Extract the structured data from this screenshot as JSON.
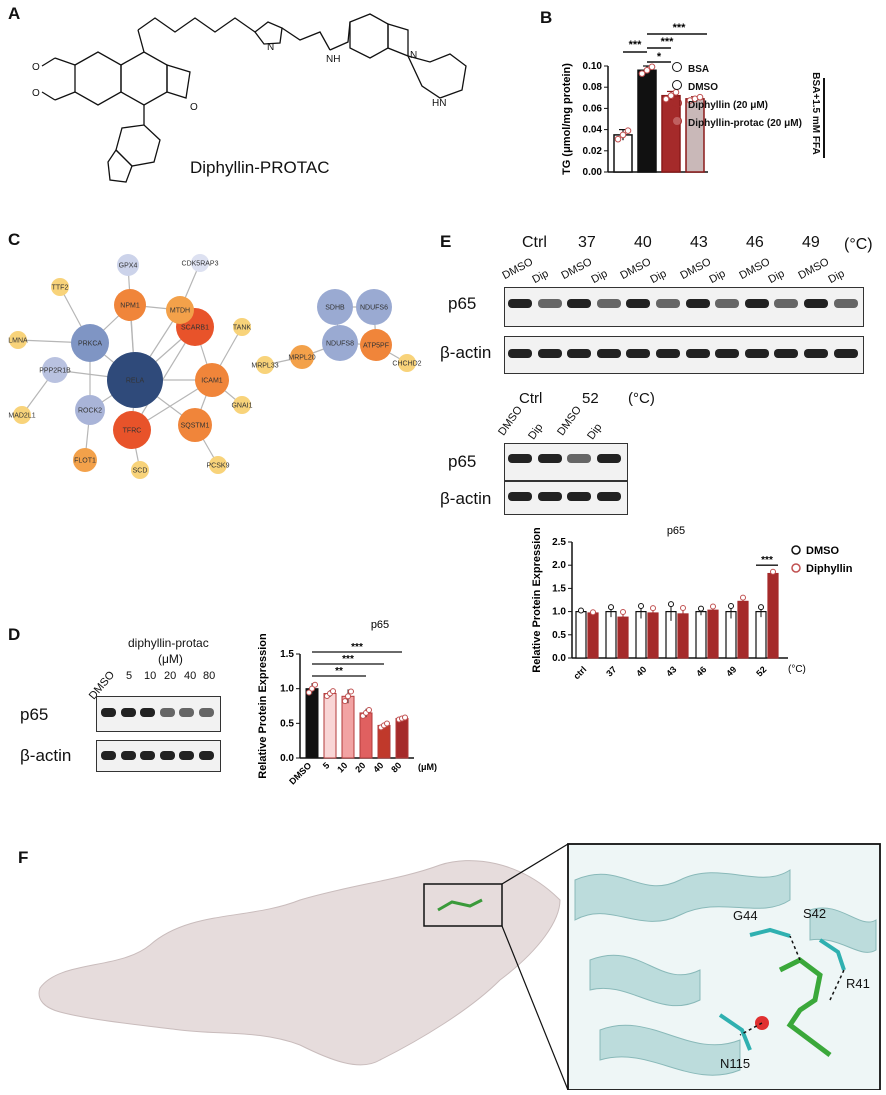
{
  "panels": {
    "A": "A",
    "B": "B",
    "C": "C",
    "D": "D",
    "E": "E",
    "F": "F"
  },
  "panelA": {
    "compound_name": "Diphyllin-PROTAC"
  },
  "panelB": {
    "legend": [
      {
        "label": "BSA",
        "color": "#ffffff"
      },
      {
        "label": "DMSO",
        "color": "#111111"
      },
      {
        "label": "Diphyllin (20 μM)",
        "color": "#a52a2a"
      },
      {
        "label": "Diphyllin-protac (20 μM)",
        "color": "#a52a2a"
      }
    ],
    "side_label": "BSA+1.5 mM FFA",
    "sig": [
      "***",
      "*",
      "***",
      "***"
    ]
  },
  "panelC": {
    "nodes": [
      {
        "id": "RELA",
        "color": "#2f4a7a",
        "r": 28
      },
      {
        "id": "PRKCA",
        "color": "#7f95c4",
        "r": 19
      },
      {
        "id": "SCARB1",
        "color": "#e8532a",
        "r": 19
      },
      {
        "id": "TFRC",
        "color": "#e8532a",
        "r": 19
      },
      {
        "id": "ICAM1",
        "color": "#f0853a",
        "r": 17
      },
      {
        "id": "SQSTM1",
        "color": "#f0853a",
        "r": 17
      },
      {
        "id": "NPM1",
        "color": "#f0853a",
        "r": 16
      },
      {
        "id": "MTDH",
        "color": "#f3a14a",
        "r": 14
      },
      {
        "id": "ROCK2",
        "color": "#a9b4d8",
        "r": 15
      },
      {
        "id": "PPP2R1B",
        "color": "#b9c2e0",
        "r": 13
      },
      {
        "id": "FLOT1",
        "color": "#f3a14a",
        "r": 12
      },
      {
        "id": "GPX4",
        "color": "#ccd3ea",
        "r": 11
      },
      {
        "id": "CDK5RAP3",
        "color": "#dde1f1",
        "r": 9
      },
      {
        "id": "TTF2",
        "color": "#f8d37a",
        "r": 9
      },
      {
        "id": "LMNA",
        "color": "#f8d37a",
        "r": 9
      },
      {
        "id": "MAD2L1",
        "color": "#f8d37a",
        "r": 9
      },
      {
        "id": "TANK",
        "color": "#f8d37a",
        "r": 9
      },
      {
        "id": "GNAI1",
        "color": "#f8d37a",
        "r": 9
      },
      {
        "id": "PCSK9",
        "color": "#f8d37a",
        "r": 9
      },
      {
        "id": "SCD",
        "color": "#f8d37a",
        "r": 9
      },
      {
        "id": "SDHB",
        "color": "#9aaad2",
        "r": 18
      },
      {
        "id": "NDUFS6",
        "color": "#9aaad2",
        "r": 18
      },
      {
        "id": "NDUFS8",
        "color": "#9aaad2",
        "r": 18
      },
      {
        "id": "ATP5PF",
        "color": "#f0853a",
        "r": 16
      },
      {
        "id": "MRPL20",
        "color": "#f3a14a",
        "r": 12
      },
      {
        "id": "MRPL33",
        "color": "#f8d37a",
        "r": 9
      },
      {
        "id": "CHCHD2",
        "color": "#f8d37a",
        "r": 9
      }
    ]
  },
  "panelD": {
    "header": "diphyllin-protac",
    "unit": "(μM)",
    "lanes": [
      "DMSO",
      "5",
      "10",
      "20",
      "40",
      "80"
    ],
    "rows": [
      "p65",
      "β-actin"
    ]
  },
  "panelE": {
    "temps": [
      "Ctrl",
      "37",
      "40",
      "43",
      "46",
      "49"
    ],
    "temps_unit": "(°C)",
    "lane_labels": [
      "DMSO",
      "Dip"
    ],
    "rows": [
      "p65",
      "β-actin"
    ],
    "temps2": [
      "Ctrl",
      "52"
    ],
    "legend": [
      {
        "label": "DMSO",
        "color": "#111111"
      },
      {
        "label": "Diphyllin",
        "color": "#a52a2a"
      }
    ],
    "sig": "***"
  },
  "panelF": {
    "residues": [
      "G44",
      "S42",
      "R41",
      "N115"
    ]
  },
  "chart_data": [
    {
      "type": "bar",
      "panel": "B",
      "title": "",
      "ylabel": "TG (μmol/mg protein)",
      "categories": [
        "BSA",
        "DMSO",
        "Diphyllin (20 μM)",
        "Diphyllin-protac (20 μM)"
      ],
      "values": [
        0.035,
        0.096,
        0.072,
        0.069
      ],
      "errors": [
        0.005,
        0.004,
        0.004,
        0.002
      ],
      "ylim": [
        0,
        0.1
      ],
      "yticks": [
        "0.00",
        "0.02",
        "0.04",
        "0.06",
        "0.08",
        "0.10"
      ],
      "colors": [
        "#ffffff",
        "#111111",
        "#a52a2a",
        "#c9b8b8"
      ]
    },
    {
      "type": "bar",
      "panel": "D",
      "title": "p65",
      "ylabel": "Relative Protein Expression",
      "categories": [
        "DMSO",
        "5",
        "10",
        "20",
        "40",
        "80"
      ],
      "values": [
        1.0,
        0.93,
        0.89,
        0.65,
        0.47,
        0.57
      ],
      "errors": [
        0.08,
        0.05,
        0.1,
        0.06,
        0.04,
        0.02
      ],
      "ylim": [
        0,
        1.5
      ],
      "yticks": [
        "0.0",
        "0.5",
        "1.0",
        "1.5"
      ],
      "xunit": "(μM)",
      "sig": [
        "**",
        "***",
        "***"
      ],
      "colors": [
        "#111111",
        "#f9d6d6",
        "#f2a3a3",
        "#e06060",
        "#c0392b",
        "#a52a2a"
      ]
    },
    {
      "type": "bar",
      "panel": "E",
      "title": "p65",
      "ylabel": "Relative Protein Expression",
      "categories": [
        "ctrl",
        "37",
        "40",
        "43",
        "46",
        "49",
        "52"
      ],
      "xunit": "(°C)",
      "series": [
        {
          "name": "DMSO",
          "values": [
            1.0,
            1.0,
            1.0,
            1.0,
            1.0,
            1.0,
            1.0
          ],
          "errors": [
            0.03,
            0.12,
            0.15,
            0.2,
            0.08,
            0.15,
            0.12
          ]
        },
        {
          "name": "Diphyllin",
          "values": [
            0.97,
            0.88,
            0.97,
            0.95,
            1.03,
            1.22,
            1.82
          ],
          "errors": [
            0.02,
            0.14,
            0.13,
            0.16,
            0.1,
            0.1,
            0.05
          ]
        }
      ],
      "ylim": [
        0,
        2.5
      ],
      "yticks": [
        "0.0",
        "0.5",
        "1.0",
        "1.5",
        "2.0",
        "2.5"
      ],
      "sig": "***"
    }
  ]
}
